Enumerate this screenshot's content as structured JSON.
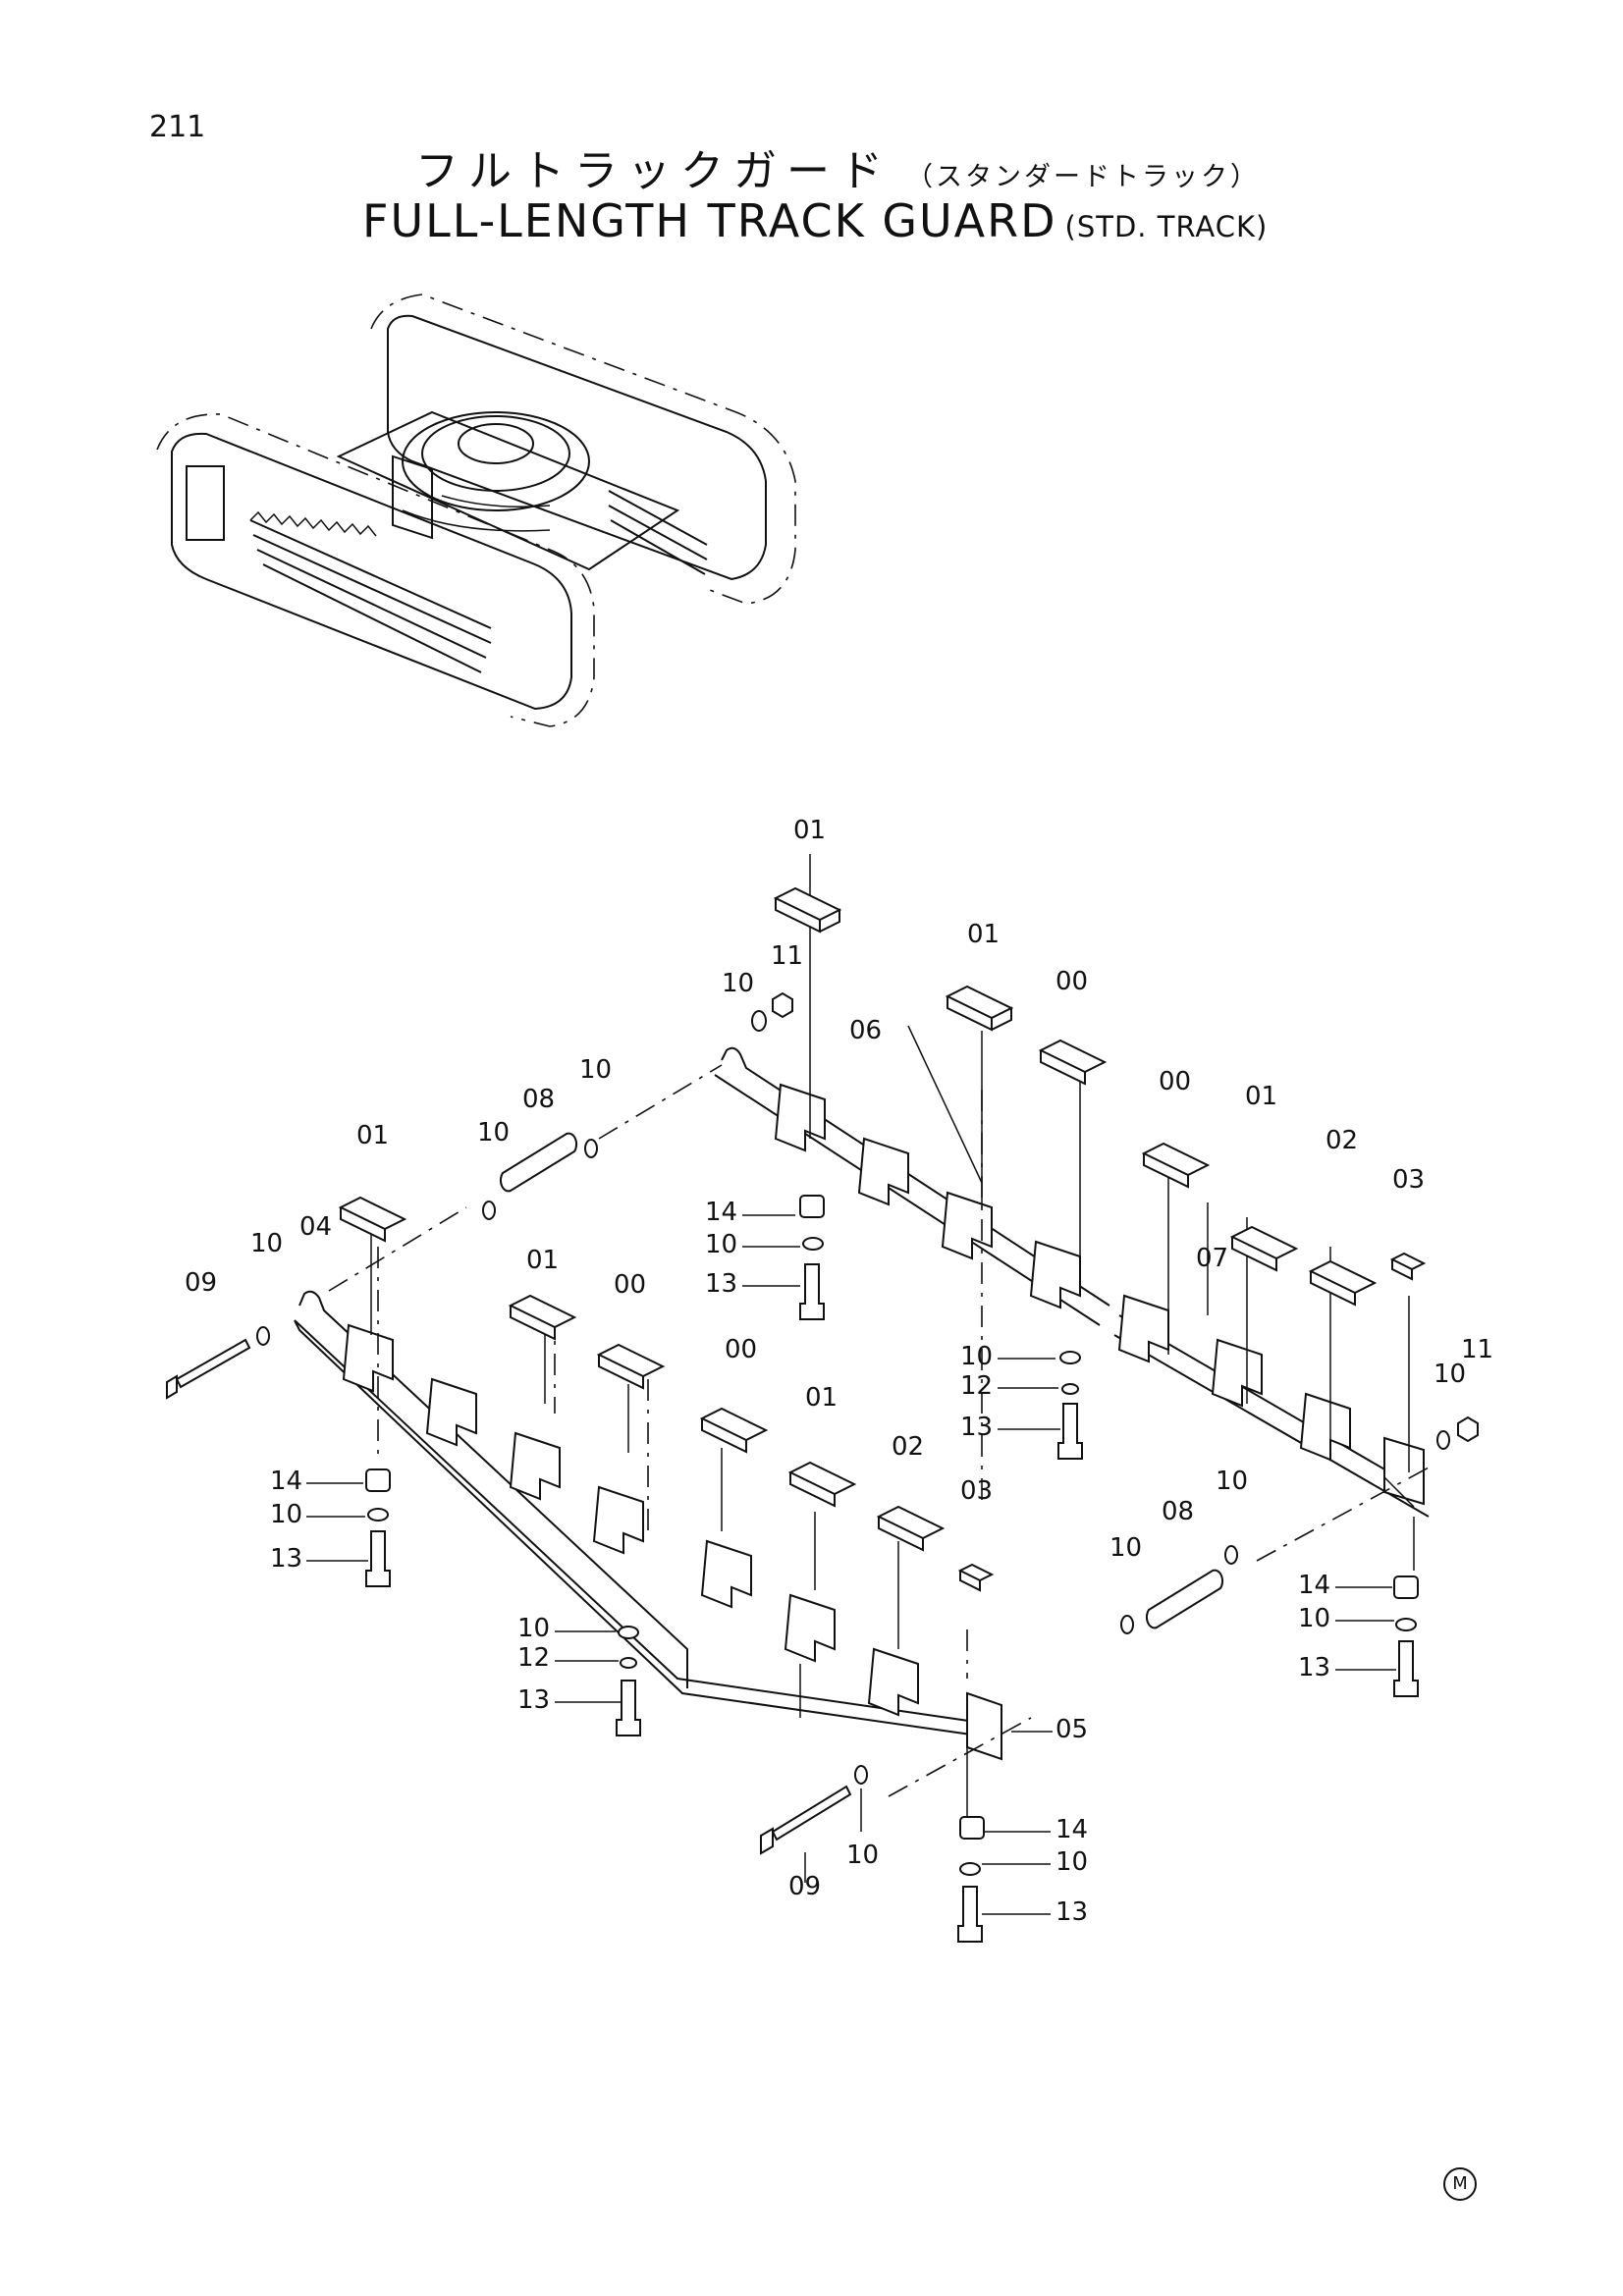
{
  "page_number": "211",
  "title_jp": "フルトラックガード",
  "subtitle_jp": "（スタンダードトラック）",
  "title_en": "FULL-LENGTH TRACK GUARD",
  "subtitle_en": "(STD. TRACK)",
  "mark": "M",
  "callouts": [
    "01",
    "01",
    "00",
    "00",
    "01",
    "02",
    "03",
    "11",
    "10",
    "06",
    "08",
    "10",
    "10",
    "07",
    "10",
    "11",
    "01",
    "10",
    "04",
    "09",
    "01",
    "00",
    "14",
    "10",
    "13",
    "10",
    "12",
    "13",
    "00",
    "01",
    "02",
    "03",
    "14",
    "10",
    "13",
    "10",
    "12",
    "13",
    "08",
    "10",
    "10",
    "05",
    "14",
    "10",
    "13",
    "09",
    "10",
    "14",
    "10",
    "13"
  ]
}
